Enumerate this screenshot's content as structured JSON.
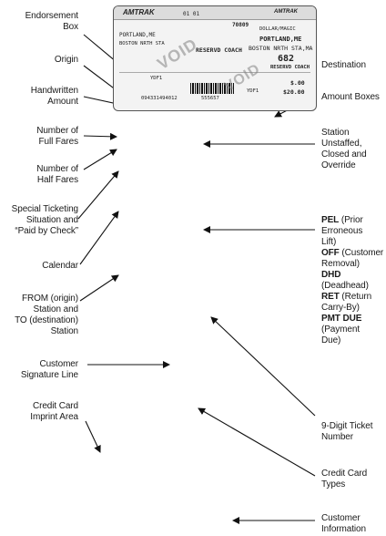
{
  "left_labels": [
    {
      "id": "endorsement",
      "lines": [
        "Endorsement",
        "Box"
      ]
    },
    {
      "id": "origin",
      "lines": [
        "Origin"
      ]
    },
    {
      "id": "handwritten",
      "lines": [
        "Handwritten",
        "Amount"
      ]
    },
    {
      "id": "full-fares",
      "lines": [
        "Number of",
        "Full Fares"
      ]
    },
    {
      "id": "half-fares",
      "lines": [
        "Number of",
        "Half Fares"
      ]
    },
    {
      "id": "special",
      "lines": [
        "Special Ticketing",
        "Situation and",
        "“Paid by Check”"
      ]
    },
    {
      "id": "calendar",
      "lines": [
        "Calendar"
      ]
    },
    {
      "id": "from-to",
      "lines": [
        "FROM (origin)",
        "Station and",
        "TO (destination)",
        "Station"
      ]
    },
    {
      "id": "signature",
      "lines": [
        "Customer",
        "Signature Line"
      ]
    },
    {
      "id": "imprint",
      "lines": [
        "Credit Card",
        "Imprint Area"
      ]
    }
  ],
  "right_labels": [
    {
      "id": "destination",
      "lines": [
        "Destination"
      ]
    },
    {
      "id": "amount-boxes",
      "lines": [
        "Amount Boxes"
      ]
    },
    {
      "id": "station",
      "lines": [
        "Station",
        "Unstaffed,",
        "Closed and",
        "Override"
      ]
    },
    {
      "id": "ticket-number",
      "lines": [
        "9-Digit Ticket",
        "Number"
      ]
    },
    {
      "id": "cc-types",
      "lines": [
        "Credit Card",
        "Types"
      ]
    },
    {
      "id": "customer-info",
      "lines": [
        "Customer",
        "Information"
      ]
    }
  ],
  "codes": [
    {
      "code": "PEL",
      "desc": [
        "(Prior",
        "Erroneous",
        "Lift)"
      ]
    },
    {
      "code": "OFF",
      "desc": [
        "(Customer",
        "Removal)"
      ]
    },
    {
      "code": "DHD",
      "desc": [
        "(Deadhead)"
      ]
    },
    {
      "code": "RET",
      "desc": [
        "(Return",
        "Carry-By)"
      ]
    },
    {
      "code": "PMT DUE",
      "desc": [
        "(Payment",
        "Due)"
      ]
    }
  ],
  "ticket": {
    "brand": "AMTRAK",
    "brand_right": "AMTRAK",
    "date": "01 01",
    "number": "70809",
    "amount_word": "DOLLAR/MAGIC",
    "origin": "PORTLAND,ME",
    "origin_station": "BOSTON NRTH STA",
    "destination": "PORTLAND,ME",
    "destination_station": "BOSTON NRTH STA,MA",
    "train": "682",
    "class": "RESERVD COACH",
    "class_right": "RESERVD COACH",
    "fare_code": "YDF1",
    "amount_1": "$.00",
    "amount_2": "$20.00",
    "serial": "094331494012",
    "serial_2": "555657",
    "void": "VOID"
  },
  "colors": {
    "ink": "#1a1a1a",
    "ticket_bg": "#f3f3f3",
    "arrow": "#111111"
  }
}
